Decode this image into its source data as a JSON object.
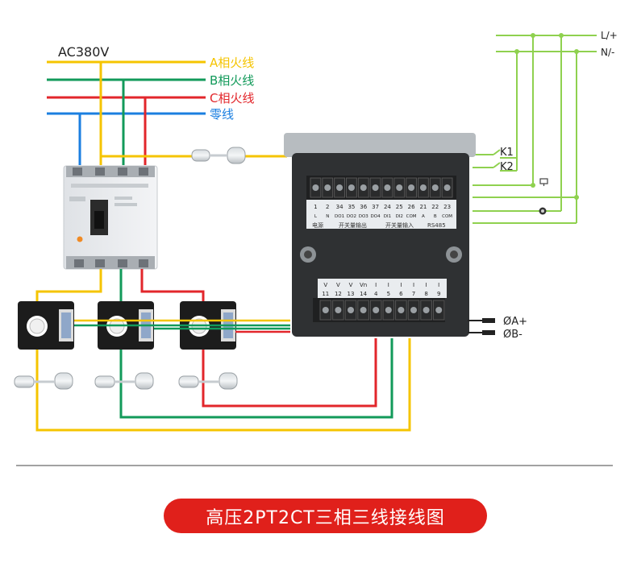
{
  "colors": {
    "phase_a": "#f5c400",
    "phase_b": "#129a5a",
    "phase_c": "#e2262b",
    "neutral": "#1b7fe0",
    "aux": "#8fd14f",
    "caption_bg": "#e0201b"
  },
  "supply": {
    "voltage": "AC380V",
    "phase_a": "A相火线",
    "phase_b": "B相火线",
    "phase_c": "C相火线",
    "neutral": "零线"
  },
  "aux_power": {
    "pos": "L/+",
    "neg": "N/-"
  },
  "switches": {
    "k1": "K1",
    "k2": "K2"
  },
  "rs485": {
    "a": "ØA+",
    "b": "ØB-"
  },
  "meter": {
    "top_terminals": [
      "1",
      "2",
      "34",
      "35",
      "36",
      "37",
      "24",
      "25",
      "26",
      "21",
      "22",
      "23"
    ],
    "top_functions": [
      "L",
      "N",
      "DO1",
      "DO2",
      "DO3",
      "DO4",
      "DI1",
      "DI2",
      "COM",
      "A",
      "B",
      "COM"
    ],
    "top_groups": [
      "电源",
      "开关量输出",
      "开关量输入",
      "RS485"
    ],
    "bottom_signals": [
      "V",
      "V",
      "V",
      "Vn",
      "I",
      "I",
      "I",
      "I",
      "I",
      "I"
    ],
    "bottom_terminals": [
      "11",
      "12",
      "13",
      "14",
      "4",
      "5",
      "6",
      "7",
      "8",
      "9"
    ]
  },
  "caption": "高压2PT2CT三相三线接线图"
}
